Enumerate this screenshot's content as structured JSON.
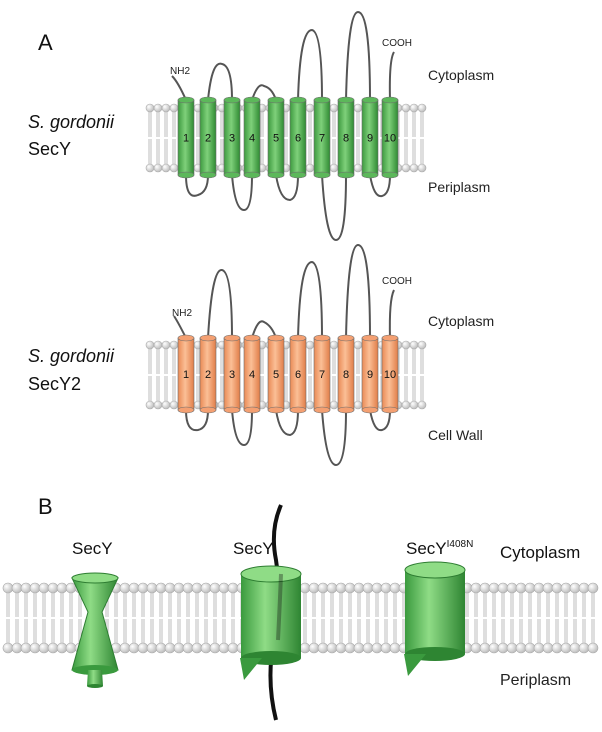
{
  "panel_a": {
    "label": "A",
    "secy": {
      "species": "S. gordonii",
      "protein": "SecY",
      "nterm": "NH2",
      "cterm": "COOH",
      "top_side": "Cytoplasm",
      "bottom_side": "Periplasm",
      "tm_color": "#5cb85a",
      "tm_labels": [
        "1",
        "2",
        "3",
        "4",
        "5",
        "6",
        "7",
        "8",
        "9",
        "10"
      ]
    },
    "secy2": {
      "species": "S. gordonii",
      "protein": "SecY2",
      "nterm": "NH2",
      "cterm": "COOH",
      "top_side": "Cytoplasm",
      "bottom_side": "Cell Wall",
      "tm_color": "#f4a072",
      "tm_labels": [
        "1",
        "2",
        "3",
        "4",
        "5",
        "6",
        "7",
        "8",
        "9",
        "10"
      ]
    }
  },
  "panel_b": {
    "label": "B",
    "channel_1": "SecY",
    "channel_2": "SecY",
    "channel_3_base": "SecY",
    "channel_3_sup": "I408N",
    "top_side": "Cytoplasm",
    "bottom_side": "Periplasm",
    "channel_color": "#4caf50"
  }
}
